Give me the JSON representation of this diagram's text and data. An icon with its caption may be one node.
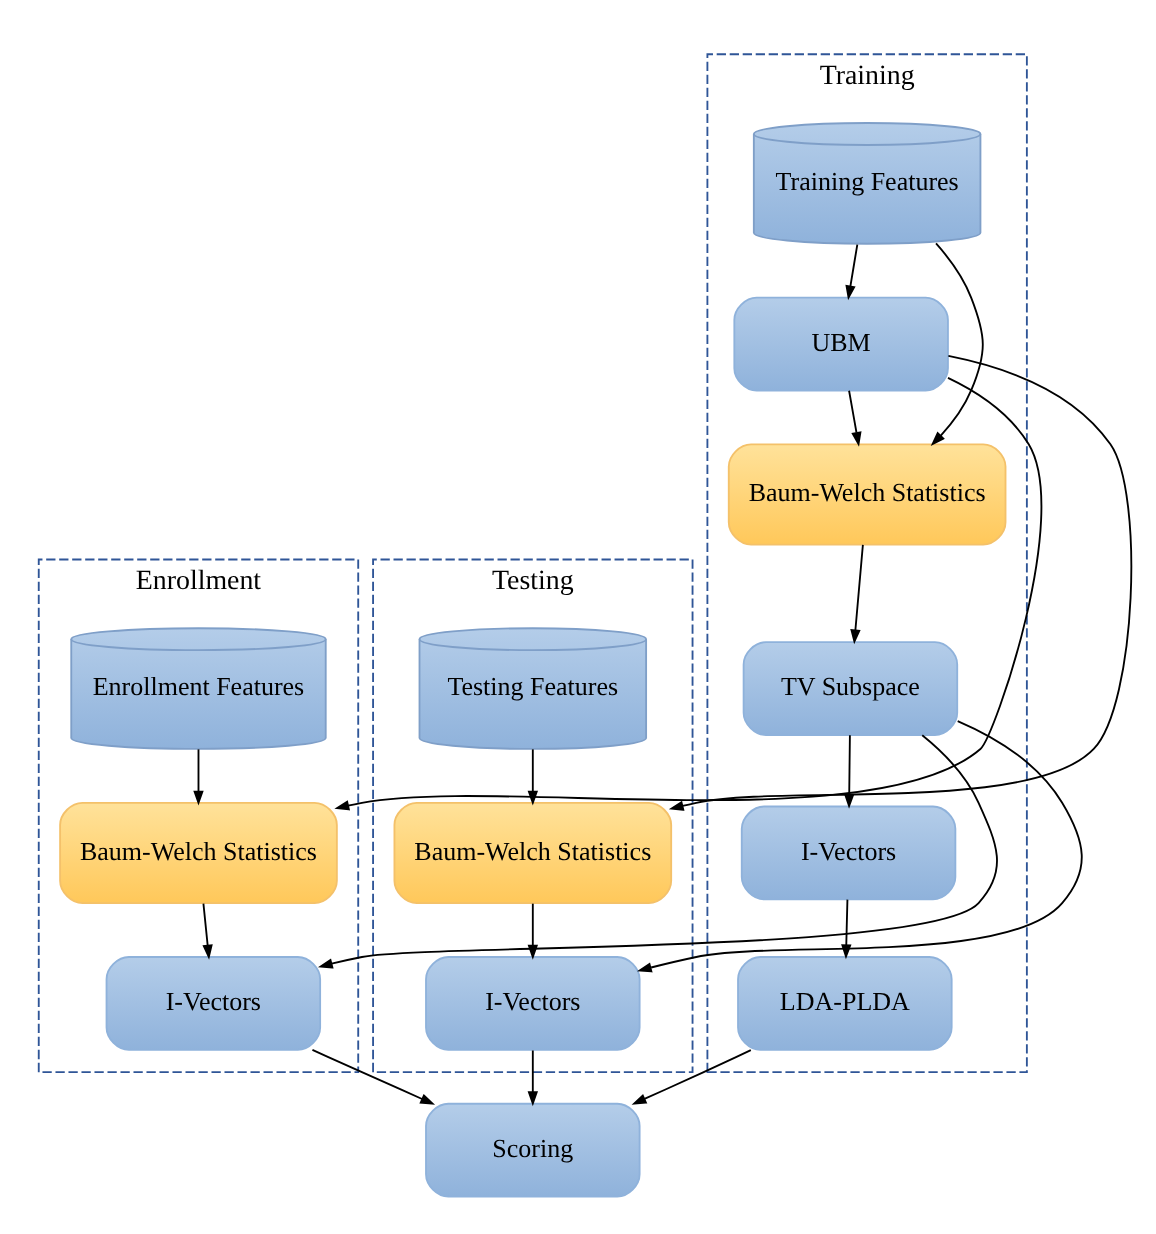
{
  "diagram": {
    "nodes": [
      {
        "text": [
          "Enrollment"
        ]
      },
      {
        "text": [
          "Enrollment Features"
        ],
        "in": 0
      },
      {
        "text": [
          "Baum-Welch Statistics"
        ],
        "in": 0
      },
      {
        "text": [
          "I-Vectors"
        ],
        "in": 0
      },
      {
        "text": [
          "Training"
        ]
      },
      {
        "text": [
          "Training Features"
        ],
        "in": 4
      },
      {
        "text": [
          "UBM"
        ],
        "in": 4
      },
      {
        "text": [
          "Baum-Welch Statistics"
        ],
        "in": 4
      },
      {
        "text": [
          "TV Subspace"
        ],
        "in": 4
      },
      {
        "text": [
          "I-Vectors"
        ],
        "in": 4
      },
      {
        "text": [
          "LDA-PLDA"
        ],
        "in": 4
      },
      {
        "text": [
          "Testing"
        ]
      },
      {
        "text": [
          "Testing Features"
        ],
        "in": 11
      },
      {
        "text": [
          "Baum-Welch Statistics"
        ],
        "in": 11
      },
      {
        "text": [
          "I-Vectors"
        ],
        "in": 11
      },
      {
        "text": [
          "Scoring"
        ]
      }
    ],
    "edges": [
      {
        "from": 1,
        "to": 2,
        "arrow": "to"
      },
      {
        "from": 5,
        "to": 6,
        "arrow": "to"
      },
      {
        "from": 5,
        "to": 7,
        "arrow": "to"
      },
      {
        "from": 6,
        "to": 2,
        "arrow": "to"
      },
      {
        "from": 6,
        "to": 7,
        "arrow": "to"
      },
      {
        "from": 6,
        "to": 13,
        "arrow": "to"
      },
      {
        "from": 12,
        "to": 13,
        "arrow": "to"
      },
      {
        "from": 7,
        "to": 8,
        "arrow": "to"
      },
      {
        "from": 8,
        "to": 3,
        "arrow": "to"
      },
      {
        "from": 8,
        "to": 9,
        "arrow": "to"
      },
      {
        "from": 8,
        "to": 14,
        "arrow": "to"
      },
      {
        "from": 2,
        "to": 3,
        "arrow": "to"
      },
      {
        "from": 13,
        "to": 14,
        "arrow": "to"
      },
      {
        "from": 9,
        "to": 10,
        "arrow": "to"
      },
      {
        "from": 10,
        "to": 15,
        "arrow": "to"
      },
      {
        "from": 3,
        "to": 15,
        "arrow": "to"
      },
      {
        "from": 14,
        "to": 15,
        "arrow": "to"
      }
    ]
  }
}
